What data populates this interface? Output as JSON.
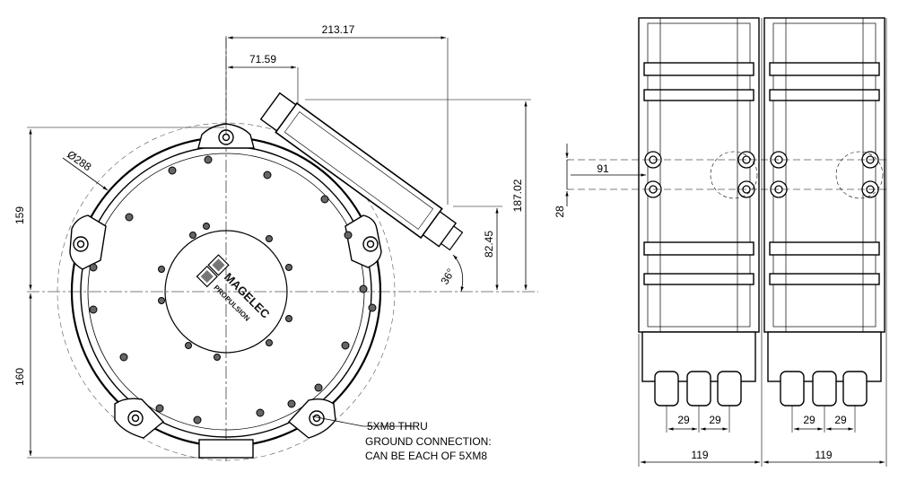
{
  "front_view": {
    "dims": {
      "overall_width": "213.17",
      "connector_offset": "71.59",
      "diameter": "Ø288",
      "upper_height": "159",
      "lower_height": "160",
      "connector_height": "187.02",
      "connector_height_short": "82.45",
      "connector_angle": "36°"
    },
    "logo": {
      "brand_upper": "MAGELEC",
      "brand_lower": "PROPULSION"
    },
    "note": {
      "line1": "5XM8 THRU",
      "line2": "GROUND CONNECTION:",
      "line3": "CAN BE EACH OF 5XM8"
    }
  },
  "side_view": {
    "dims": {
      "bolt_spacing": "91",
      "bolt_offset": "28",
      "left_pitch_1": "29",
      "left_pitch_2": "29",
      "right_pitch_1": "29",
      "right_pitch_2": "29",
      "left_width": "119",
      "right_width": "119"
    }
  }
}
